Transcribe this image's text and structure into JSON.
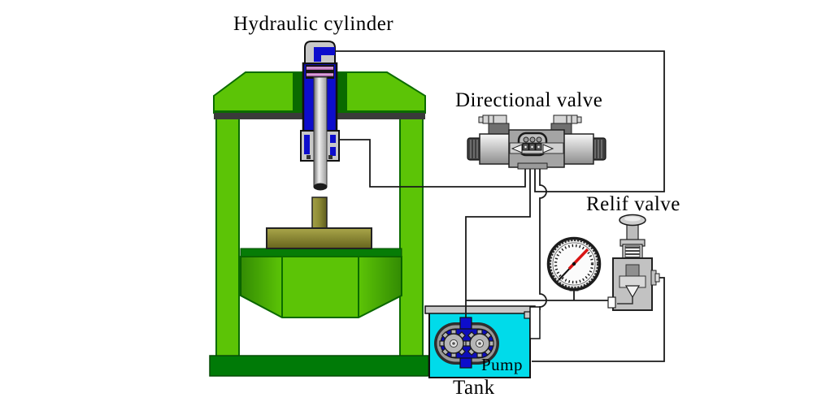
{
  "labels": {
    "hydraulic_cylinder": "Hydraulic cylinder",
    "directional_valve": "Directional valve",
    "relief_valve": "Relif valve",
    "pump": "Pump",
    "tank": "Tank"
  },
  "colors": {
    "frame_green": "#5cc406",
    "frame_outline_green": "#0b6b00",
    "base_green": "#007a07",
    "beam_shadow_gray": "#3a3a3a",
    "tank_cyan": "#00dbea",
    "hydraulic_fluid_blue": "#0d0dcc",
    "piston_seal_purple": "#b36ab3",
    "workpiece_olive": "#8f8c35",
    "metal_light_gray": "#c8c8c8",
    "valve_body_gray": "#a4a4a4",
    "gauge_needle_red": "#d81414",
    "pipe_line": "#1a1a1a"
  },
  "components": {
    "press_frame": "press-frame",
    "hydraulic_cylinder": "hydraulic-cylinder",
    "workpiece": "workpiece",
    "directional_valve": "directional-valve",
    "relief_valve": "relief-valve",
    "pressure_gauge": "pressure-gauge",
    "tank": "tank",
    "pump": "gear-pump",
    "pipes": "pipe-network"
  }
}
